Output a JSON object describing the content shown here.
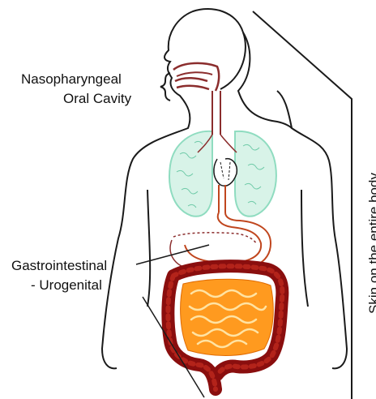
{
  "labels": {
    "nasopharyngeal": "Nasopharyngeal",
    "oral_cavity": "Oral Cavity",
    "gastrointestinal": "Gastrointestinal",
    "urogenital": "- Urogenital",
    "skin": "Skin on the entire body"
  },
  "colors": {
    "outline": "#1a1a1a",
    "airway": "#8b2d2d",
    "lungs": "#8fdcc0",
    "esophagus_stomach": "#c0461e",
    "colon_outer": "#8a0e0e",
    "colon_inner": "#ff8a1c",
    "small_intestine": "#ffb63a"
  }
}
